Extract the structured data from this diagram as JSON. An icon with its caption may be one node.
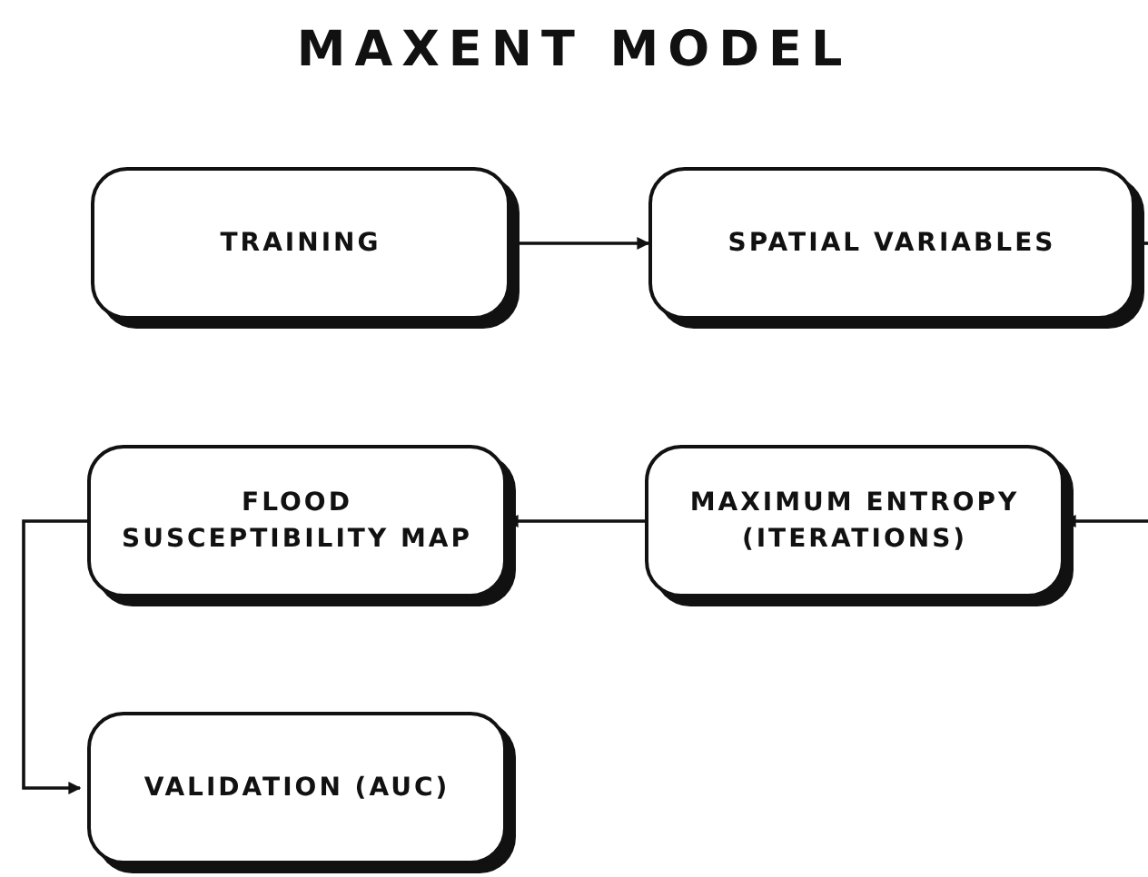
{
  "diagram": {
    "title": "MAXENT MODEL",
    "nodes": [
      {
        "text": [
          "TRAINING"
        ]
      },
      {
        "text": [
          "SPATIAL VARIABLES"
        ]
      },
      {
        "text": [
          "FLOOD SUSCEPTIBILITY MAP"
        ]
      },
      {
        "text": [
          "MAXIMUM ENTROPY (ITERATIONS)"
        ]
      },
      {
        "text": [
          "VALIDATION (AUC)"
        ]
      }
    ],
    "edges": [
      {
        "from": 0,
        "to": 1,
        "arrow": "to"
      },
      {
        "from": 1,
        "to": null,
        "arrow": "none"
      },
      {
        "from": null,
        "to": 3,
        "arrow": "to"
      },
      {
        "from": 3,
        "to": 2,
        "arrow": "to"
      },
      {
        "from": 2,
        "to": 4,
        "arrow": "to"
      }
    ]
  }
}
